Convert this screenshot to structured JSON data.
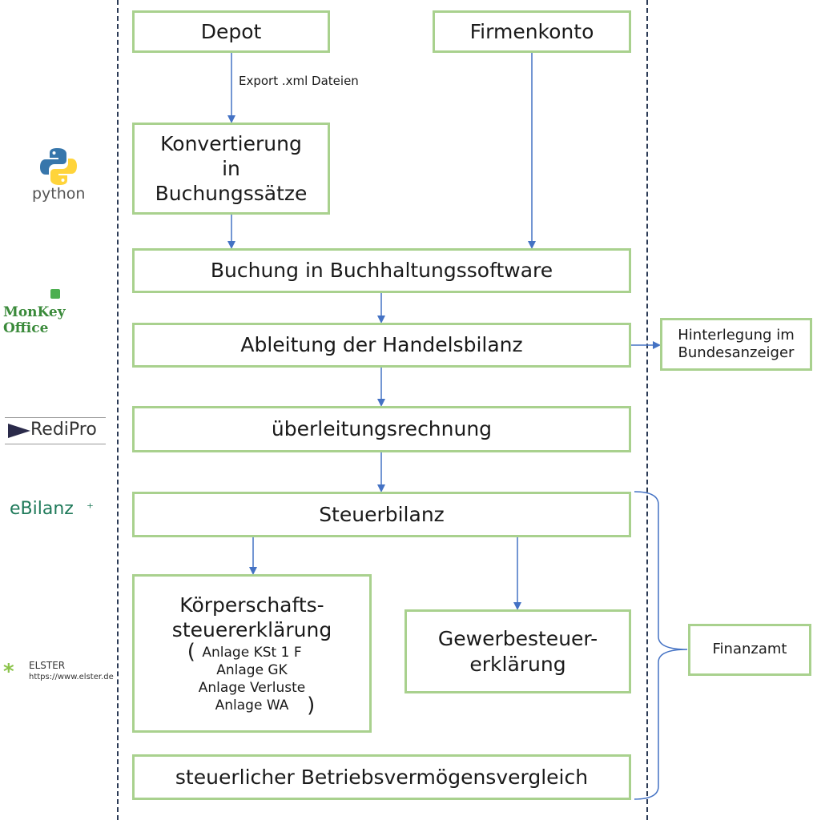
{
  "boxes": {
    "depot": "Depot",
    "firmenkonto": "Firmenkonto",
    "konvertierung": [
      "Konvertierung",
      "in",
      "Buchungssätze"
    ],
    "buchung": "Buchung in Buchhaltungssoftware",
    "ableitung": "Ableitung der Handelsbilanz",
    "hinterlegung": [
      "Hinterlegung im",
      "Bundesanzeiger"
    ],
    "ueberleitung": "überleitungsrechnung",
    "steuerbilanz": "Steuerbilanz",
    "kst": [
      "Körperschafts-",
      "steuererklärung"
    ],
    "kst_anlagen": [
      "Anlage KSt 1 F",
      "Anlage GK",
      "Anlage Verluste",
      "Anlage WA"
    ],
    "gewst": [
      "Gewerbesteuer-",
      "erklärung"
    ],
    "bvv": "steuerlicher Betriebsvermögensvergleich",
    "finanzamt": "Finanzamt"
  },
  "edge_label": "Export .xml Dateien",
  "logos": {
    "python": "python",
    "monkey": "MonKey Office",
    "redipro": "RediPro",
    "ebilanz": "eBilanz",
    "elster": "ELSTER",
    "elster_url": "https://www.elster.de"
  },
  "colors": {
    "box_border": "#a9d18e",
    "arrow": "#4472c4",
    "divider": "#2b3a55"
  }
}
